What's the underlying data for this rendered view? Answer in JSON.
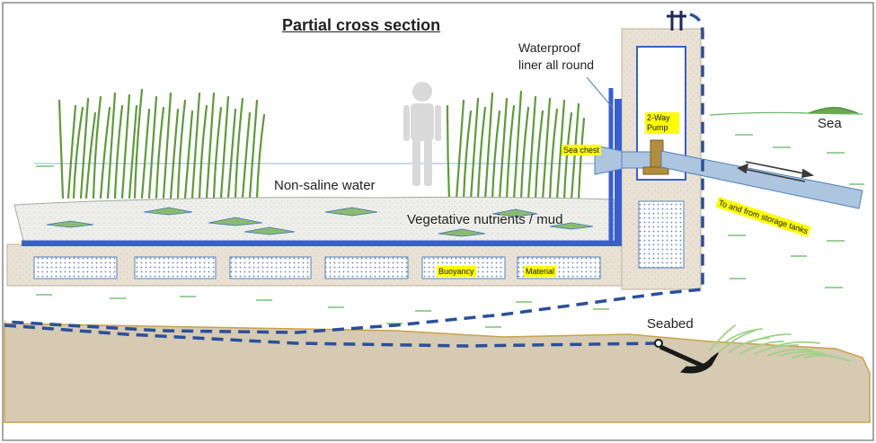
{
  "diagram": {
    "title": "Partial cross section",
    "labels": {
      "liner_line1": "Waterproof",
      "liner_line2": "liner all round",
      "sea": "Sea",
      "non_saline_water": "Non-saline water",
      "nutrients": "Vegetative nutrients / mud",
      "seabed": "Seabed",
      "pump": "2-Way Pump",
      "sea_chest": "Sea chest",
      "buoyancy": "Buoyancy",
      "material": "Material",
      "storage": "To and from storage tanks"
    },
    "colors": {
      "liner": "#3a5fcd",
      "platform": "#e6ded1",
      "seabed": "#d6cab3",
      "sea_lines": "#5cb85c",
      "reeds": "#5e9a3a",
      "anchor_line": "#2b4f9a",
      "highlight": "#ffff00",
      "pipe": "#aec5e0",
      "pump": "#b08d3f",
      "person": "#d9d9d9"
    }
  }
}
